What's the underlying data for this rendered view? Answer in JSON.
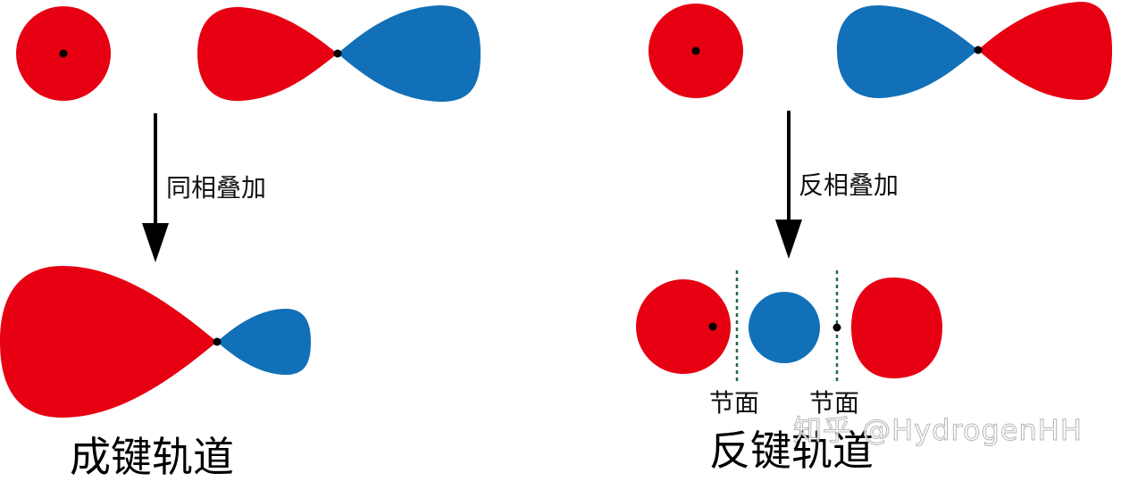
{
  "colors": {
    "positive_lobe": "#e60012",
    "negative_lobe": "#1170b8",
    "nucleus": "#000000",
    "nodal_line": "#1f6b45",
    "arrow": "#000000"
  },
  "bonding": {
    "arrow_label": "同相叠加",
    "result_label": "成键轨道"
  },
  "antibonding": {
    "arrow_label": "反相叠加",
    "result_label": "反键轨道",
    "node_labels": [
      "节面",
      "节面"
    ]
  },
  "watermark": "知乎 @HydrogenHH"
}
